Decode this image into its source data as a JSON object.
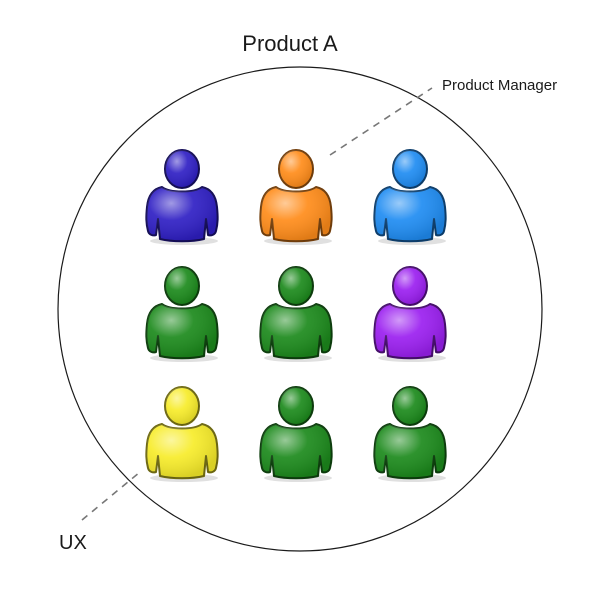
{
  "title": "Product A",
  "labels": {
    "product_manager": "Product Manager",
    "ux": "UX"
  },
  "people": [
    {
      "row": 1,
      "col": 1,
      "color": "#2f1fc4",
      "icon": "person-icon"
    },
    {
      "row": 1,
      "col": 2,
      "color": "#ff8c1a",
      "icon": "person-icon"
    },
    {
      "row": 1,
      "col": 3,
      "color": "#1f8cf2",
      "icon": "person-icon"
    },
    {
      "row": 2,
      "col": 1,
      "color": "#1c8a1c",
      "icon": "person-icon"
    },
    {
      "row": 2,
      "col": 2,
      "color": "#1c8a1c",
      "icon": "person-icon"
    },
    {
      "row": 2,
      "col": 3,
      "color": "#9b1ff0",
      "icon": "person-icon"
    },
    {
      "row": 3,
      "col": 1,
      "color": "#f7ec2a",
      "icon": "person-icon"
    },
    {
      "row": 3,
      "col": 2,
      "color": "#1c8a1c",
      "icon": "person-icon"
    },
    {
      "row": 3,
      "col": 3,
      "color": "#1c8a1c",
      "icon": "person-icon"
    }
  ]
}
